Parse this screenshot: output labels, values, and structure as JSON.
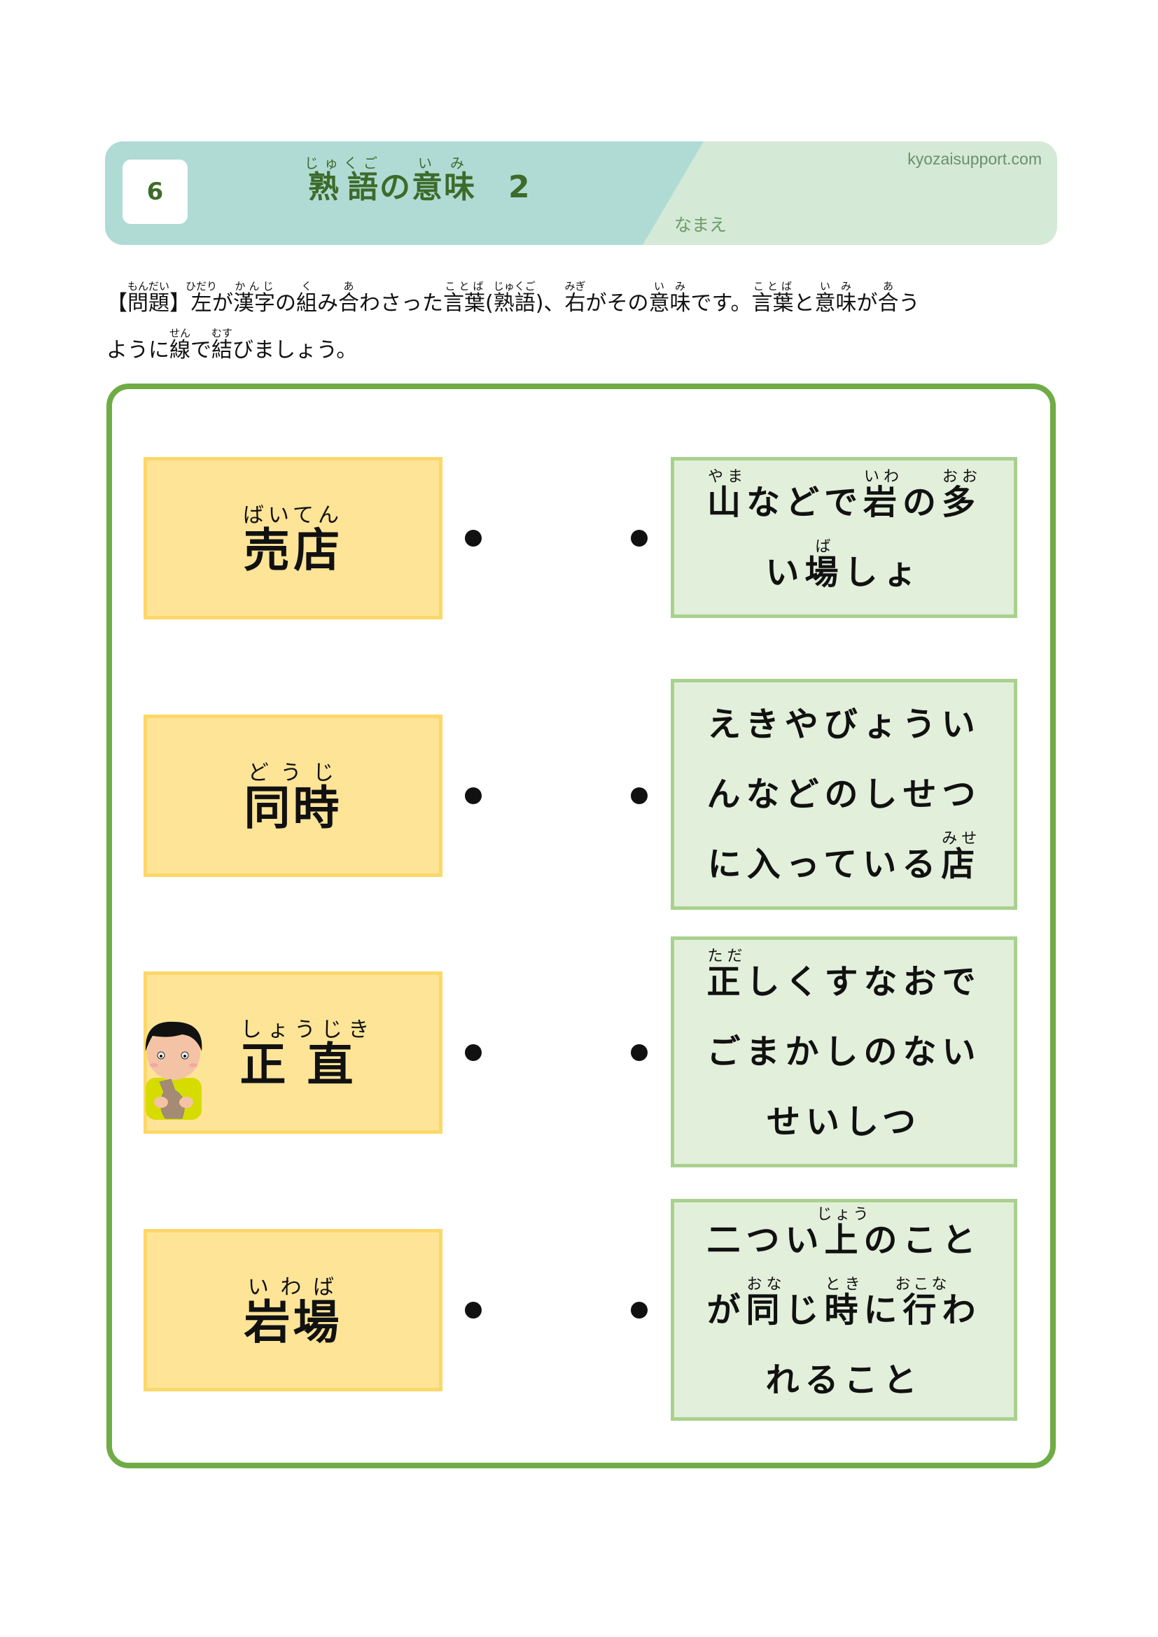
{
  "header": {
    "number": "6",
    "title": [
      {
        "t": "熟語",
        "r": "じゅくご"
      },
      {
        "t": "の"
      },
      {
        "t": "意味",
        "r": "いみ"
      },
      {
        "t": "　2"
      }
    ],
    "site": "kyozaisupport.com",
    "name_label": "なまえ",
    "colors": {
      "teal": "#b0dbd5",
      "light_green": "#d4e9d6",
      "title": "#3d6b2a"
    }
  },
  "instructions": [
    [
      {
        "t": "【"
      },
      {
        "t": "問題",
        "r": "もんだい"
      },
      {
        "t": "】"
      },
      {
        "t": "左",
        "r": "ひだり"
      },
      {
        "t": "が"
      },
      {
        "t": "漢字",
        "r": "かんじ"
      },
      {
        "t": "の"
      },
      {
        "t": "組",
        "r": "く"
      },
      {
        "t": "み"
      },
      {
        "t": "合",
        "r": "あ"
      },
      {
        "t": "わさった"
      },
      {
        "t": "言葉",
        "r": "ことば"
      },
      {
        "t": "("
      },
      {
        "t": "熟語",
        "r": "じゅくご"
      },
      {
        "t": ")、"
      },
      {
        "t": "右",
        "r": "みぎ"
      },
      {
        "t": "がその"
      },
      {
        "t": "意味",
        "r": "いみ"
      },
      {
        "t": "です。"
      },
      {
        "t": "言葉",
        "r": "ことば"
      },
      {
        "t": "と"
      },
      {
        "t": "意味",
        "r": "いみ"
      },
      {
        "t": "が"
      },
      {
        "t": "合",
        "r": "あ"
      },
      {
        "t": "う"
      }
    ],
    [
      {
        "t": "ように"
      },
      {
        "t": "線",
        "r": "せん"
      },
      {
        "t": "で"
      },
      {
        "t": "結",
        "r": "むす"
      },
      {
        "t": "びましょう。"
      }
    ]
  ],
  "words": [
    [
      {
        "t": "売店",
        "r": "ばいてん"
      }
    ],
    [
      {
        "t": "同時",
        "r": "どうじ"
      }
    ],
    [
      {
        "t": "正直",
        "r": "しょうじき"
      }
    ],
    [
      {
        "t": "岩場",
        "r": "いわば"
      }
    ]
  ],
  "meanings": [
    [
      [
        {
          "t": "山",
          "r": "やま"
        },
        {
          "t": "などで"
        },
        {
          "t": "岩",
          "r": "いわ"
        },
        {
          "t": "の"
        },
        {
          "t": "多",
          "r": "おお"
        }
      ],
      [
        {
          "t": "い"
        },
        {
          "t": "場",
          "r": "ば"
        },
        {
          "t": "しょ"
        }
      ]
    ],
    [
      [
        {
          "t": "えきやびょうい"
        }
      ],
      [
        {
          "t": "んなどのしせつ"
        }
      ],
      [
        {
          "t": "に入っている"
        },
        {
          "t": "店",
          "r": "みせ"
        }
      ]
    ],
    [
      [
        {
          "t": "正",
          "r": "ただ"
        },
        {
          "t": "しくすなおで"
        }
      ],
      [
        {
          "t": "ごまかしのない"
        }
      ],
      [
        {
          "t": "せいしつ"
        }
      ]
    ],
    [
      [
        {
          "t": "二つい"
        },
        {
          "t": "上",
          "r": "じょう"
        },
        {
          "t": "のこと"
        }
      ],
      [
        {
          "t": "が"
        },
        {
          "t": "同",
          "r": "おな"
        },
        {
          "t": "じ"
        },
        {
          "t": "時",
          "r": "とき"
        },
        {
          "t": "に"
        },
        {
          "t": "行",
          "r": "おこな"
        },
        {
          "t": "わ"
        }
      ],
      [
        {
          "t": "れること"
        }
      ]
    ]
  ],
  "colors": {
    "frame": "#6fac45",
    "word_card": "#fde497",
    "word_border": "#fdd768",
    "meaning_card": "#e2efda",
    "meaning_border": "#a9d18e"
  }
}
